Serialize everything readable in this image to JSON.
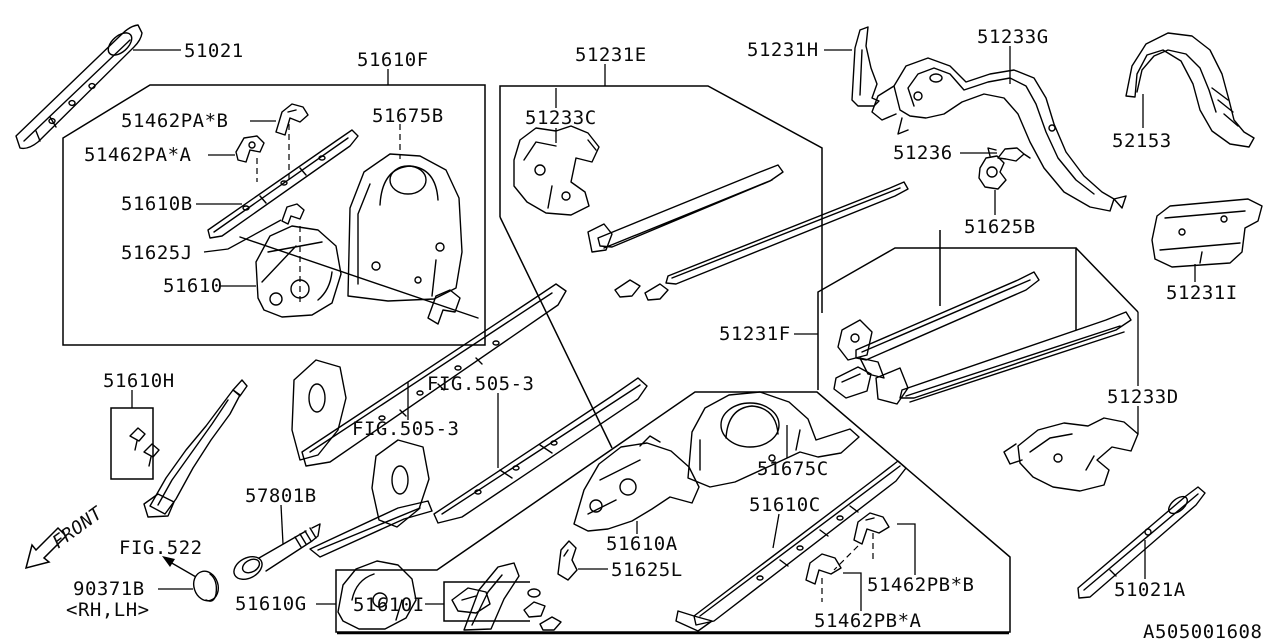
{
  "diagram": {
    "background": "#ffffff",
    "line_color": "#000000",
    "figure_code": "A505001608",
    "orientation_label": "FRONT",
    "labels": {
      "p51021": "51021",
      "p51610F": "51610F",
      "p51231E": "51231E",
      "p51231H": "51231H",
      "p51233G": "51233G",
      "p52153": "52153",
      "p51462PA_B": "51462PA*B",
      "p51462PA_A": "51462PA*A",
      "p51610B": "51610B",
      "p51675B": "51675B",
      "p51625J": "51625J",
      "p51610": "51610",
      "p51233C": "51233C",
      "p51236": "51236",
      "p51625B": "51625B",
      "p51231I": "51231I",
      "p51231F": "51231F",
      "p51233D": "51233D",
      "fig505_a": "FIG.505-3",
      "fig505_b": "FIG.505-3",
      "p51610H": "51610H",
      "p57801B": "57801B",
      "fig522": "FIG.522",
      "p90371B": "90371B",
      "rh_lh": "<RH,LH>",
      "p51610G": "51610G",
      "p51610I": "51610I",
      "p51675C": "51675C",
      "p51610C": "51610C",
      "p51610A": "51610A",
      "p51625L": "51625L",
      "p51462PB_B": "51462PB*B",
      "p51462PB_A": "51462PB*A",
      "p51021A": "51021A"
    }
  }
}
